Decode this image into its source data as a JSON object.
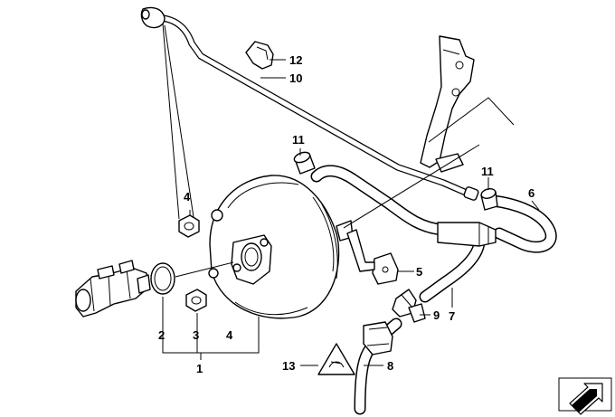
{
  "callouts": [
    {
      "id": "1",
      "label": "1"
    },
    {
      "id": "2",
      "label": "2"
    },
    {
      "id": "3",
      "label": "3"
    },
    {
      "id": "4a",
      "label": "4"
    },
    {
      "id": "4b",
      "label": "4"
    },
    {
      "id": "5",
      "label": "5"
    },
    {
      "id": "6",
      "label": "6"
    },
    {
      "id": "7",
      "label": "7"
    },
    {
      "id": "8",
      "label": "8"
    },
    {
      "id": "9",
      "label": "9"
    },
    {
      "id": "10",
      "label": "10"
    },
    {
      "id": "11a",
      "label": "11"
    },
    {
      "id": "11b",
      "label": "11"
    },
    {
      "id": "12",
      "label": "12"
    },
    {
      "id": "13",
      "label": "13"
    }
  ],
  "colors": {
    "line": "#000000",
    "fill": "#ffffff"
  },
  "icons": {
    "corner": "arrow-corner-icon",
    "warning": "warning-triangle-icon"
  }
}
